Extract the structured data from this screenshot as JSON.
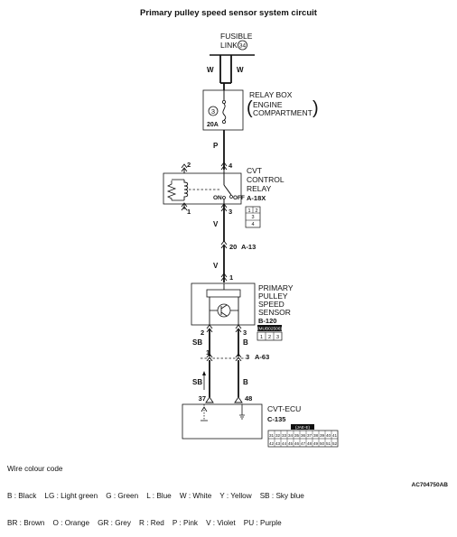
{
  "title": "Primary pulley speed sensor system circuit",
  "fusible_link": {
    "label": "FUSIBLE",
    "label2": "LINK",
    "number": "34"
  },
  "wires": {
    "w_left": "W",
    "w_right": "W",
    "p": "P",
    "v1": "V",
    "v2": "V",
    "sb_left1": "SB",
    "b_right1": "B",
    "sb_left2": "SB",
    "b_right2": "B"
  },
  "relay_box": {
    "line1": "RELAY BOX",
    "line2": "ENGINE",
    "line3": "COMPARTMENT",
    "fuse_no": "3",
    "amp": "20A"
  },
  "cvt_relay": {
    "line1": "CVT",
    "line2": "CONTROL",
    "line3": "RELAY",
    "connector": "A-18X",
    "pin2": "2",
    "pin4": "4",
    "pin1": "1",
    "pin3": "3",
    "on": "ON",
    "off": "OFF",
    "conn_row1": [
      "1",
      "2"
    ],
    "conn_row2": [
      "3"
    ],
    "conn_row3": [
      "4"
    ]
  },
  "junction": {
    "pin": "20",
    "connector": "A-13"
  },
  "sensor": {
    "line1": "PRIMARY",
    "line2": "PULLEY",
    "line3": "SPEED",
    "line4": "SENSOR",
    "connector": "B-120",
    "code": "(MUB02506)",
    "pin1": "1",
    "pin2": "2",
    "pin3": "3",
    "conn_pins": [
      "1",
      "2",
      "3"
    ]
  },
  "joint": {
    "pin1": "1",
    "pin3": "3",
    "connector": "A-63"
  },
  "ecu": {
    "name": "CVT-ECU",
    "connector": "C-135",
    "pin37": "37",
    "pin48": "48",
    "conn_header": "(JAE-E)",
    "row1": [
      "31",
      "32",
      "33",
      "34",
      "35",
      "36",
      "37",
      "38",
      "39",
      "40",
      "41"
    ],
    "row2": [
      "42",
      "43",
      "44",
      "45",
      "46",
      "47",
      "48",
      "49",
      "50",
      "51",
      "52"
    ]
  },
  "legend": {
    "title": "Wire colour code",
    "line1": "B : Black    LG : Light green    G : Green    L : Blue    W : White    Y : Yellow    SB : Sky blue",
    "line2": "BR : Brown    O : Orange    GR : Grey    R : Red    P : Pink    V : Violet    PU : Purple"
  },
  "figure_code": "AC704750AB"
}
